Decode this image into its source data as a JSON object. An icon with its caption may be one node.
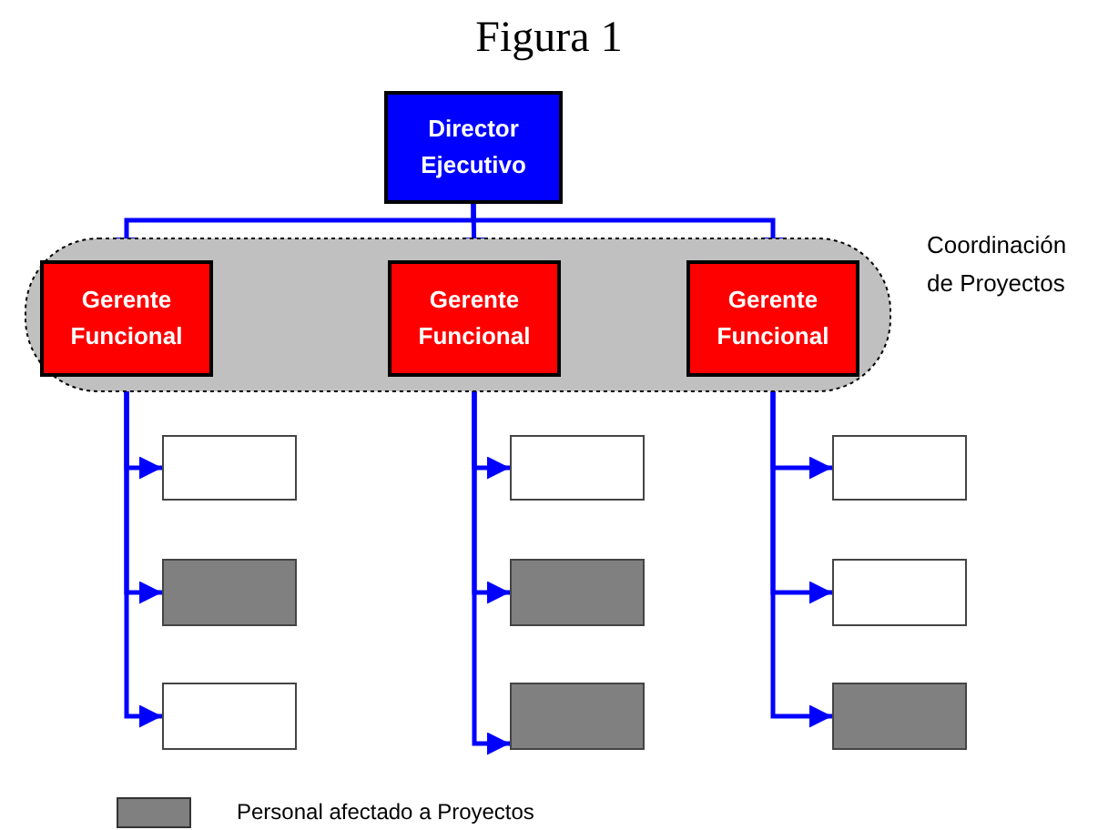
{
  "diagram": {
    "title": "Figura 1",
    "nodes": [
      {
        "text": [
          "Director Ejecutivo"
        ]
      },
      {
        "text": [
          "Coordinación de Proyectos"
        ]
      },
      {
        "text": [
          "Gerente Funcional"
        ],
        "in": 1
      },
      {
        "text": [
          "Gerente Funcional"
        ],
        "in": 1
      },
      {
        "text": [
          "Gerente Funcional"
        ],
        "in": 1
      },
      {
        "text": [],
        "shape": "box"
      },
      {
        "text": [],
        "shape": "box"
      },
      {
        "text": [],
        "shape": "box"
      },
      {
        "text": [],
        "shape": "box"
      },
      {
        "text": [],
        "shape": "box"
      },
      {
        "text": [],
        "shape": "box"
      },
      {
        "text": [],
        "shape": "box"
      },
      {
        "text": [],
        "shape": "box"
      },
      {
        "text": [],
        "shape": "box"
      }
    ],
    "edges": [
      {
        "from": 0,
        "to": 2,
        "arrow": "to"
      },
      {
        "from": 0,
        "to": 3,
        "arrow": "to"
      },
      {
        "from": 0,
        "to": 4,
        "arrow": "to"
      },
      {
        "from": 2,
        "to": 5,
        "arrow": "to"
      },
      {
        "from": 2,
        "to": 6,
        "arrow": "to"
      },
      {
        "from": 2,
        "to": 7,
        "arrow": "to"
      },
      {
        "from": 3,
        "to": 8,
        "arrow": "to"
      },
      {
        "from": 3,
        "to": 9,
        "arrow": "to"
      },
      {
        "from": 3,
        "to": 10,
        "arrow": "to"
      },
      {
        "from": 4,
        "to": 11,
        "arrow": "to"
      },
      {
        "from": 4,
        "to": 12,
        "arrow": "to"
      },
      {
        "from": 4,
        "to": 13,
        "arrow": "to"
      }
    ],
    "legend": [
      {
        "text": "Personal afectado a Proyectos",
        "color": "#808080"
      }
    ]
  }
}
